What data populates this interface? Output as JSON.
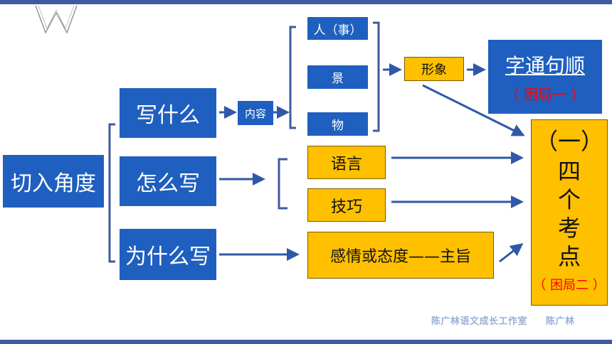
{
  "nodes": {
    "root": "切入角度",
    "what": "写什么",
    "how": "怎么写",
    "why": "为什么写",
    "content": "内容",
    "people": "人（事）",
    "scenery": "景",
    "objects": "物",
    "image": "形象",
    "fluency": "字通句顺",
    "dilemma1": "（ 困局一 ）",
    "language": "语言",
    "technique": "技巧",
    "theme": "感情或态度——主旨",
    "four_points_header": "（一）",
    "four_points_chars": [
      "四",
      "个",
      "考",
      "点"
    ],
    "dilemma2": "（ 困局二 ）"
  },
  "footer": {
    "studio": "陈广林语文成长工作室",
    "author": "陈广林"
  },
  "colors": {
    "blue": "#1f5fbf",
    "gold": "#ffc000",
    "connector": "#3f5a9e",
    "red": "#ff0000"
  }
}
